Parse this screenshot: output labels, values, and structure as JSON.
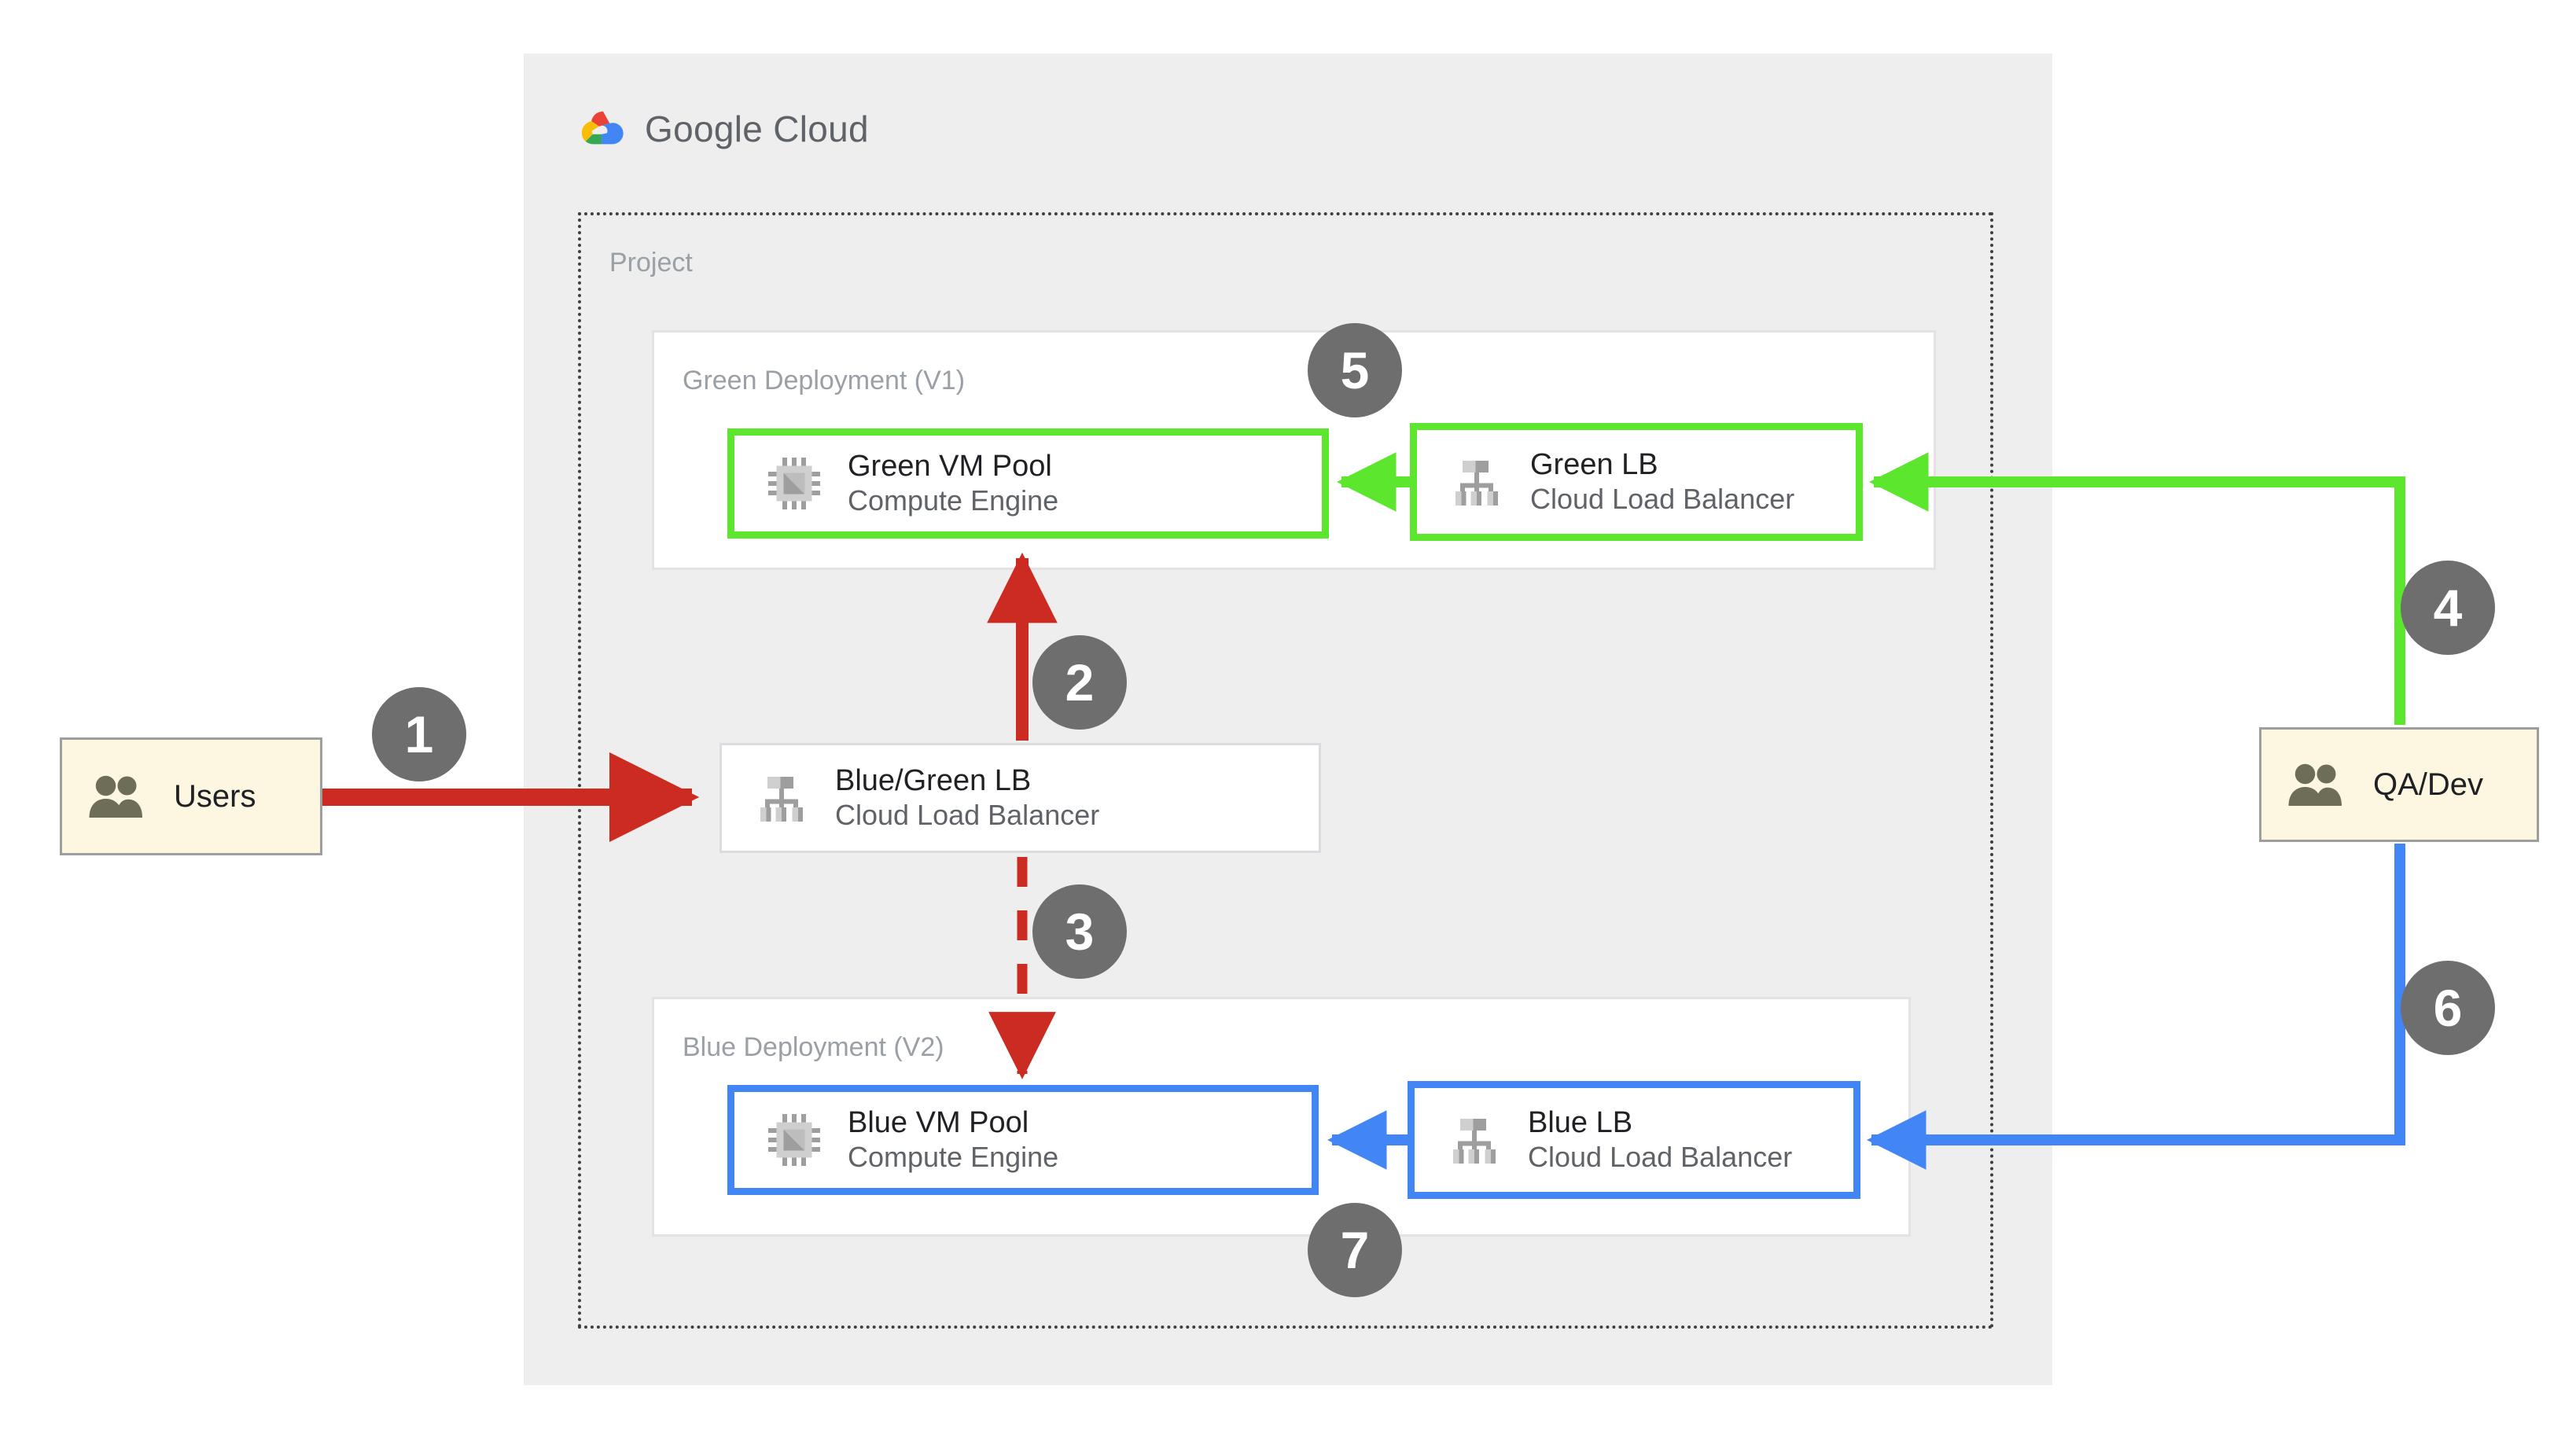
{
  "brand": {
    "name_light": "Google",
    "name_bold": " Cloud",
    "logo_icon": "google-cloud-logo",
    "colors": {
      "red": "#EA4335",
      "yellow": "#FBBC05",
      "green": "#34A853",
      "blue": "#4285F4",
      "wordmark": "#5F6368"
    }
  },
  "container": {
    "project_label": "Project",
    "panel_bg": "#EEEEEE"
  },
  "deployments": [
    {
      "id": "green",
      "label": "Green Deployment (V1)",
      "accent": "#5CE62E"
    },
    {
      "id": "blue",
      "label": "Blue Deployment (V2)",
      "accent": "#4285F4"
    }
  ],
  "nodes": {
    "green_vm": {
      "title": "Green VM Pool",
      "subtitle": "Compute Engine",
      "icon": "cpu-chip-icon"
    },
    "green_lb": {
      "title": "Green LB",
      "subtitle": "Cloud Load Balancer",
      "icon": "load-balancer-icon"
    },
    "bluegreen_lb": {
      "title": "Blue/Green LB",
      "subtitle": "Cloud Load Balancer",
      "icon": "load-balancer-icon"
    },
    "blue_vm": {
      "title": "Blue VM Pool",
      "subtitle": "Compute Engine",
      "icon": "cpu-chip-icon"
    },
    "blue_lb": {
      "title": "Blue LB",
      "subtitle": "Cloud Load Balancer",
      "icon": "load-balancer-icon"
    }
  },
  "actors": {
    "users": {
      "label": "Users",
      "icon": "people-icon",
      "bg": "#FDF6E0"
    },
    "qa_dev": {
      "label": "QA/Dev",
      "icon": "people-icon",
      "bg": "#FDF6E0"
    }
  },
  "steps": [
    {
      "n": "1",
      "desc": "users-to-bluegreen-lb"
    },
    {
      "n": "2",
      "desc": "bluegreen-lb-to-green-vm-pool"
    },
    {
      "n": "3",
      "desc": "bluegreen-lb-to-blue-vm-pool"
    },
    {
      "n": "4",
      "desc": "qa-dev-to-green-lb"
    },
    {
      "n": "5",
      "desc": "green-deployment"
    },
    {
      "n": "6",
      "desc": "qa-dev-to-blue-lb"
    },
    {
      "n": "7",
      "desc": "blue-deployment"
    }
  ],
  "flow_colors": {
    "primary_traffic": "#CC2B21",
    "green_path": "#5CE62E",
    "blue_path": "#4285F4",
    "badge": "#6E6E6E"
  }
}
